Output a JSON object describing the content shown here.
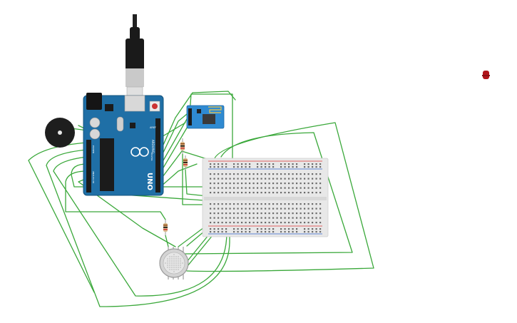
{
  "colors": {
    "canvas_bg": "#ffffff",
    "wire": "#3aa83a",
    "arduino_board": "#1f6fa6",
    "arduino_dark": "#17557f",
    "header_black": "#1b1b1b",
    "usb_cable": "#1a1a1a",
    "usb_metal": "#bfbfbf",
    "breadboard": "#e8e8e8",
    "breadboard_hole": "#6b6b6b",
    "rail_red": "#d33",
    "rail_blue": "#36c",
    "resistor_body": "#d9b98a",
    "sensor_body": "#cfcfcf",
    "esp_module": "#2f8ad1",
    "buzzer": "#1e1e1e",
    "led": "#b1141a"
  },
  "components": {
    "arduino": {
      "type": "arduino-uno",
      "labels": {
        "uno": "UNO",
        "brand": "ARDUINO",
        "aref": "AREF",
        "digital": "DIGITAL",
        "power": "POWER",
        "analog": "ANALOG IN"
      }
    },
    "wifi_module": {
      "type": "esp8266"
    },
    "buzzer": {
      "type": "piezo-buzzer"
    },
    "gas_sensor": {
      "type": "gas-sensor"
    },
    "breadboard": {
      "type": "half-breadboard"
    },
    "resistors": [
      {
        "id": "r1"
      },
      {
        "id": "r2"
      },
      {
        "id": "r3"
      }
    ],
    "led": {
      "type": "red-led"
    }
  }
}
